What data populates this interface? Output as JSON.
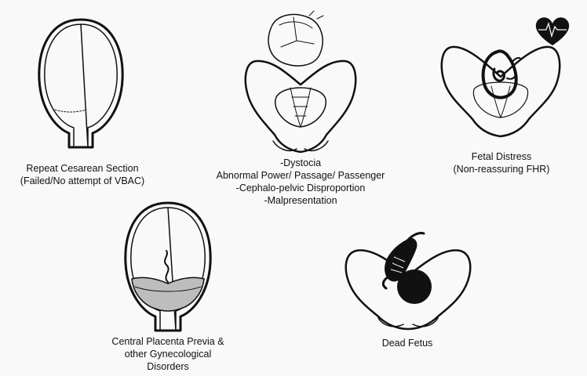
{
  "colors": {
    "ink": "#111111",
    "background": "#f9f9f9",
    "heart": "#111111",
    "fetus": "#111111"
  },
  "panels": [
    {
      "id": "repeat-cesarean",
      "icon": "uterus-icon",
      "caption_lines": [
        "Repeat Cesarean Section",
        "(Failed/No attempt of VBAC)"
      ]
    },
    {
      "id": "dystocia",
      "icon": "pelvis-with-fetal-head-icon",
      "caption_lines": [
        "-Dystocia",
        "Abnormal Power/ Passage/ Passenger",
        "-Cephalo-pelvic Disproportion",
        "-Malpresentation"
      ]
    },
    {
      "id": "fetal-distress",
      "icon": "pelvis-with-fetus-and-heartbeat-icon",
      "caption_lines": [
        "Fetal Distress",
        "(Non-reassuring FHR)"
      ]
    },
    {
      "id": "placenta-previa",
      "icon": "uterus-with-placenta-icon",
      "caption_lines": [
        "Central Placenta Previa &",
        "other Gynecological",
        "Disorders"
      ]
    },
    {
      "id": "dead-fetus",
      "icon": "pelvis-with-dead-fetus-icon",
      "caption_lines": [
        "Dead Fetus"
      ]
    }
  ]
}
